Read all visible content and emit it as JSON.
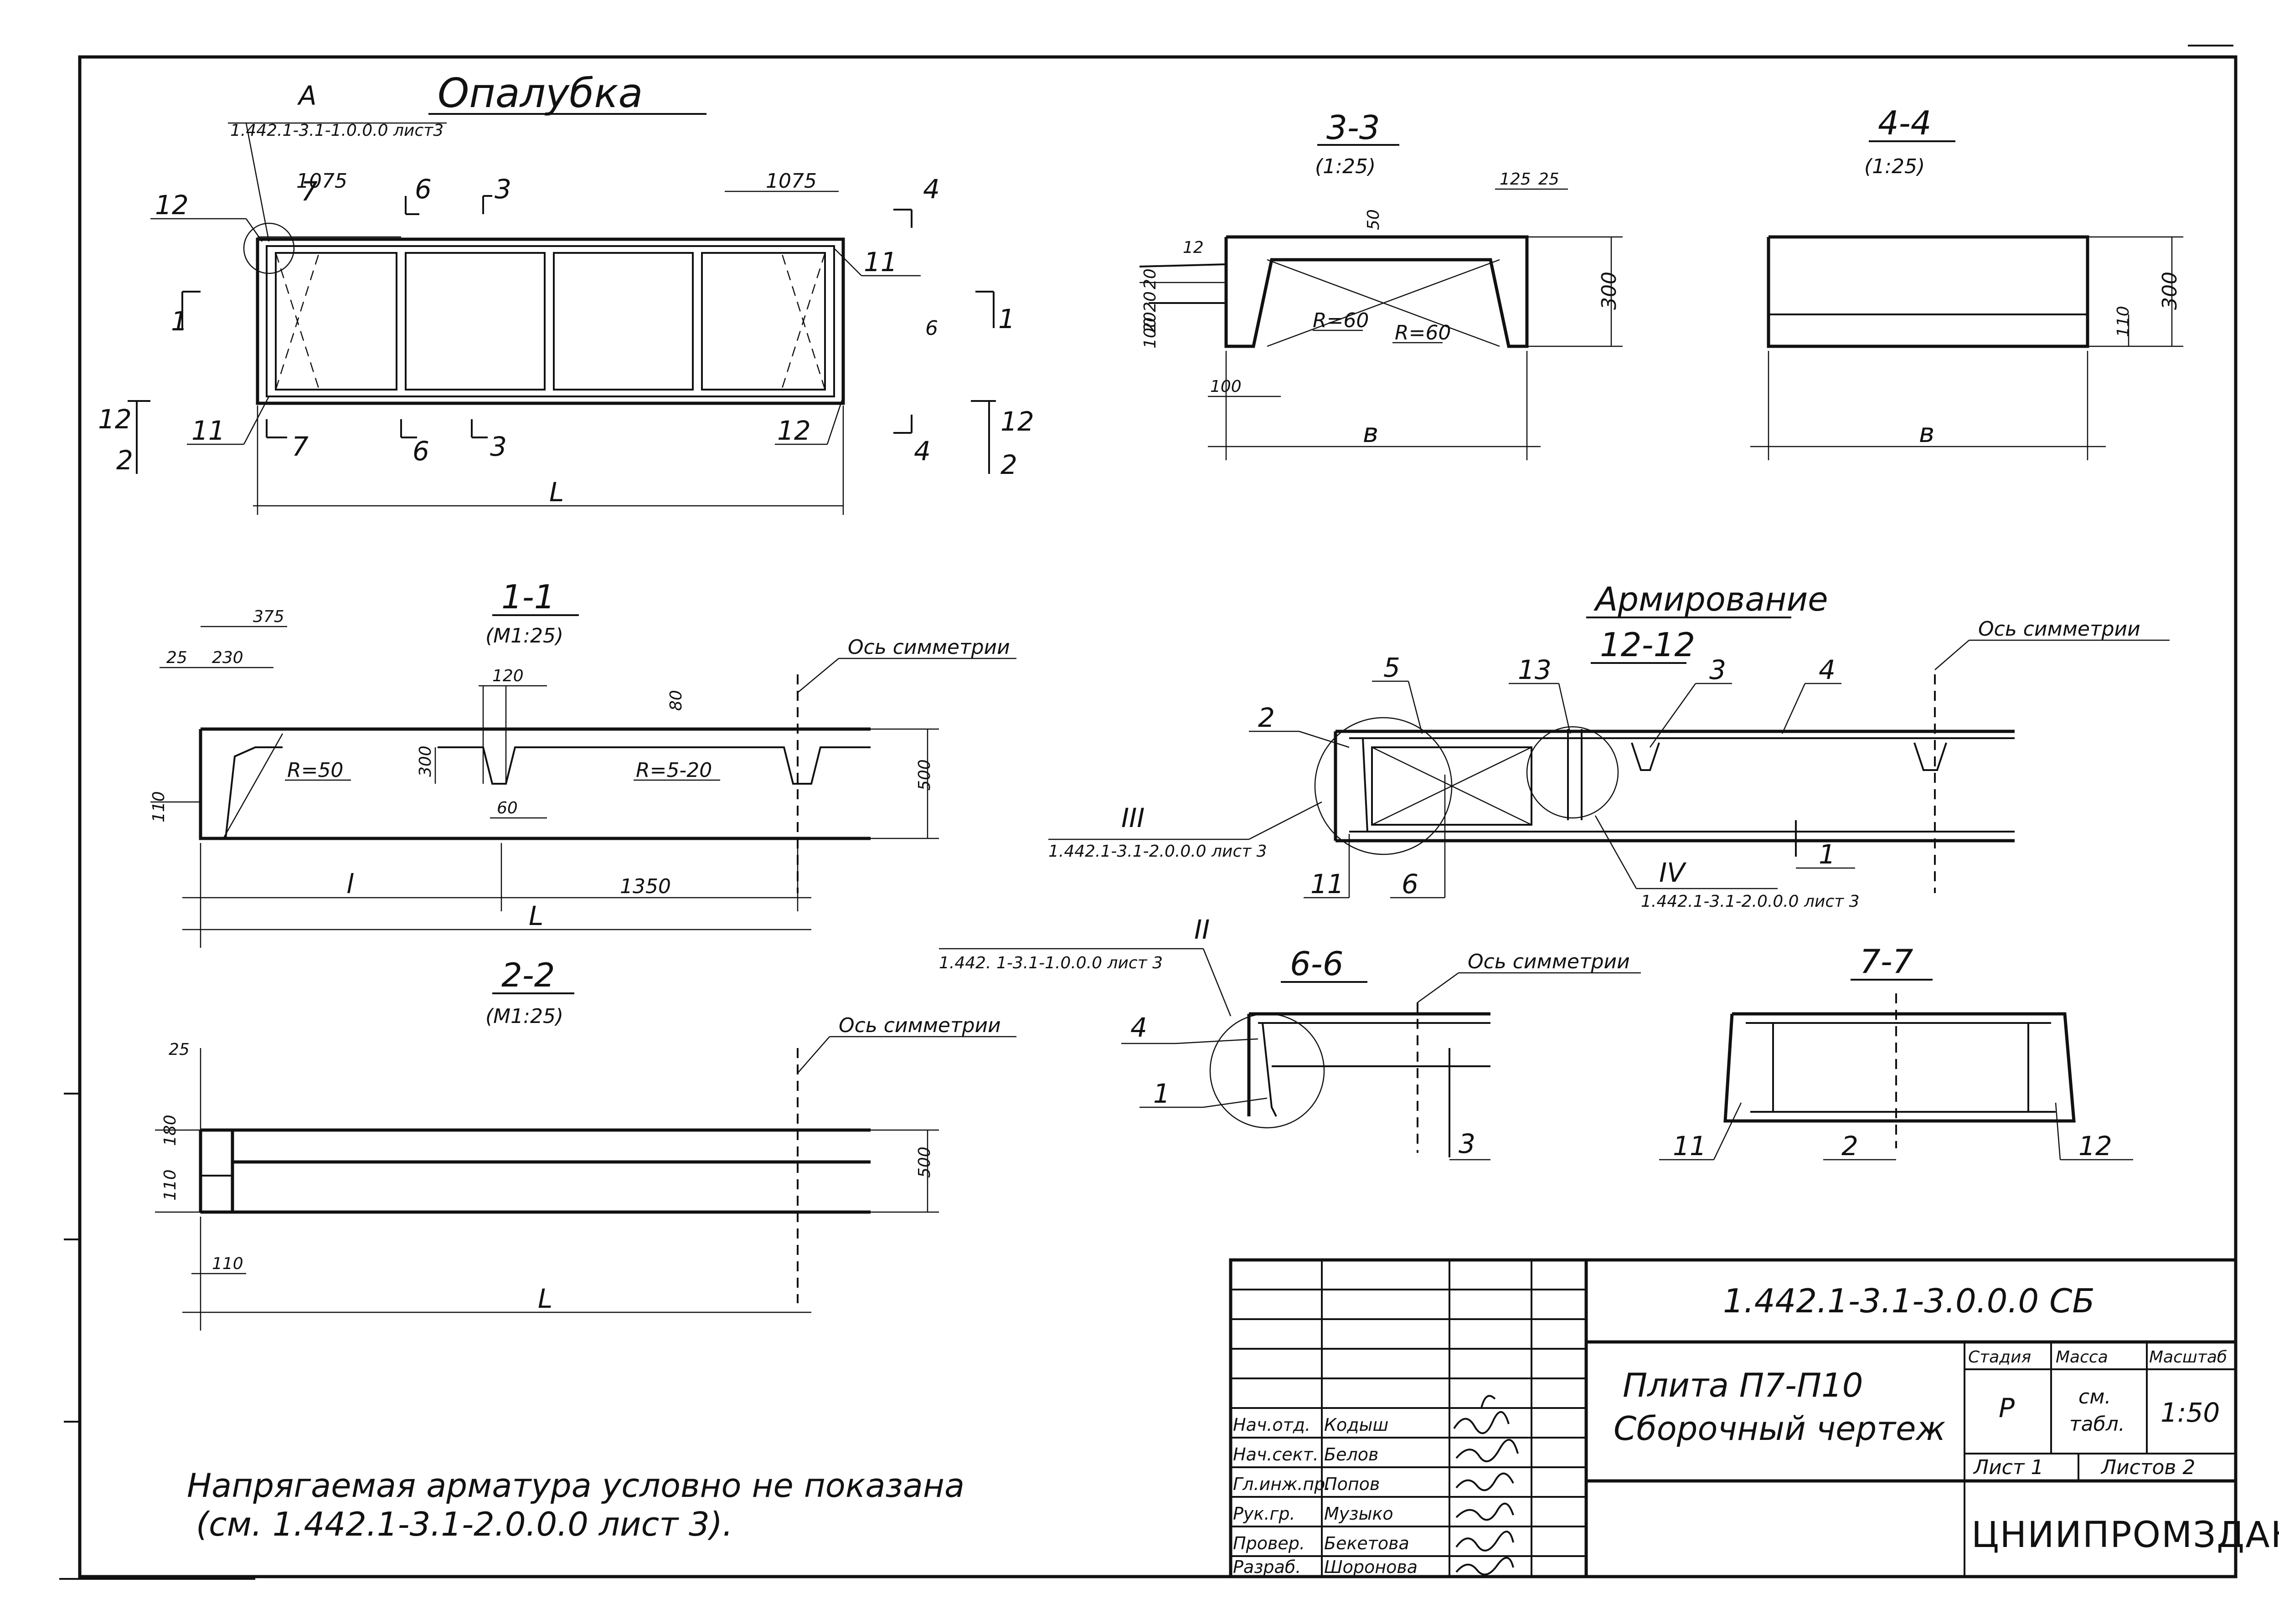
{
  "formwork": {
    "title": "Опалубка",
    "ref_mark": "А",
    "ref_doc": "1.442.1-3.1-1.0.0.0 лист3",
    "dims": {
      "left_1075": "1075",
      "right_1075": "1075",
      "length": "L"
    },
    "cuts": [
      "1",
      "1",
      "2",
      "2",
      "3",
      "3",
      "4",
      "4",
      "6",
      "6",
      "7",
      "7",
      "12",
      "12"
    ],
    "callouts": [
      "12",
      "11",
      "11",
      "12",
      "6"
    ]
  },
  "section_3_3": {
    "title": "3-3",
    "scale": "(1:25)",
    "dims": {
      "top_a": "125",
      "top_b": "25",
      "height": "300",
      "top_slope": "50",
      "r1": "R=60",
      "r2": "R=60",
      "w": "в",
      "bottom": "100",
      "left_a": "12",
      "left_b": "20",
      "left_c": "20",
      "left_d": "20",
      "left_e": "100"
    }
  },
  "section_4_4": {
    "title": "4-4",
    "scale": "(1:25)",
    "dims": {
      "height": "300",
      "inner": "110",
      "w": "в"
    }
  },
  "section_1_1": {
    "title": "1-1",
    "scale": "(М1:25)",
    "axis_label": "Ось симметрии",
    "dims": {
      "d375": "375",
      "d25": "25",
      "d230": "230",
      "d120": "120",
      "d80": "80",
      "d300": "300",
      "d60": "60",
      "d500": "500",
      "d110": "110",
      "r50": "R=50",
      "r5_20": "R=5-20",
      "l": "l",
      "d1350": "1350",
      "L": "L"
    }
  },
  "section_2_2": {
    "title": "2-2",
    "scale": "(М1:25)",
    "axis_label": "Ось симметрии",
    "dims": {
      "d25": "25",
      "d110": "110",
      "d180": "180",
      "d500": "500",
      "d110b": "110",
      "L": "L"
    }
  },
  "reinforcement": {
    "title": "Армирование",
    "sub": "12-12",
    "axis_label": "Ось симметрии",
    "callouts": [
      "2",
      "5",
      "13",
      "3",
      "4",
      "1",
      "6",
      "11"
    ],
    "node3": "III",
    "node3_ref": "1.442.1-3.1-2.0.0.0 лист 3",
    "node4": "IV",
    "node4_ref": "1.442.1-3.1-2.0.0.0 лист 3"
  },
  "section_6_6": {
    "title": "6-6",
    "axis_label": "Ось симметрии",
    "node": "II",
    "node_ref": "1.442. 1-3.1-1.0.0.0 лист 3",
    "callouts": [
      "4",
      "1",
      "3"
    ]
  },
  "section_7_7": {
    "title": "7-7",
    "callouts": [
      "11",
      "2",
      "12"
    ]
  },
  "note": {
    "line1": "Напрягаемая арматура условно не показана",
    "line2": "(см. 1.442.1-3.1-2.0.0.0 лист 3)."
  },
  "title_block": {
    "doc_code": "1.442.1-3.1-3.0.0.0 СБ",
    "name_line1": "Плита П7-П10",
    "name_line2": "Сборочный чертеж",
    "col_stage": "Стадия",
    "col_mass": "Масса",
    "col_scale": "Масштаб",
    "stage": "Р",
    "mass_line1": "см.",
    "mass_line2": "табл.",
    "scale": "1:50",
    "sheet": "Лист 1",
    "sheets": "Листов 2",
    "org": "ЦНИИПРОМЗДАНИЙ",
    "rows": [
      {
        "role": "Нач.отд.",
        "name": "Кодыш"
      },
      {
        "role": "Нач.сект.",
        "name": "Белов"
      },
      {
        "role": "Гл.инж.пр.",
        "name": "Попов"
      },
      {
        "role": "Рук.гр.",
        "name": "Музыко"
      },
      {
        "role": "Провер.",
        "name": "Бекетова"
      },
      {
        "role": "Разраб.",
        "name": "Шоронова"
      }
    ]
  }
}
